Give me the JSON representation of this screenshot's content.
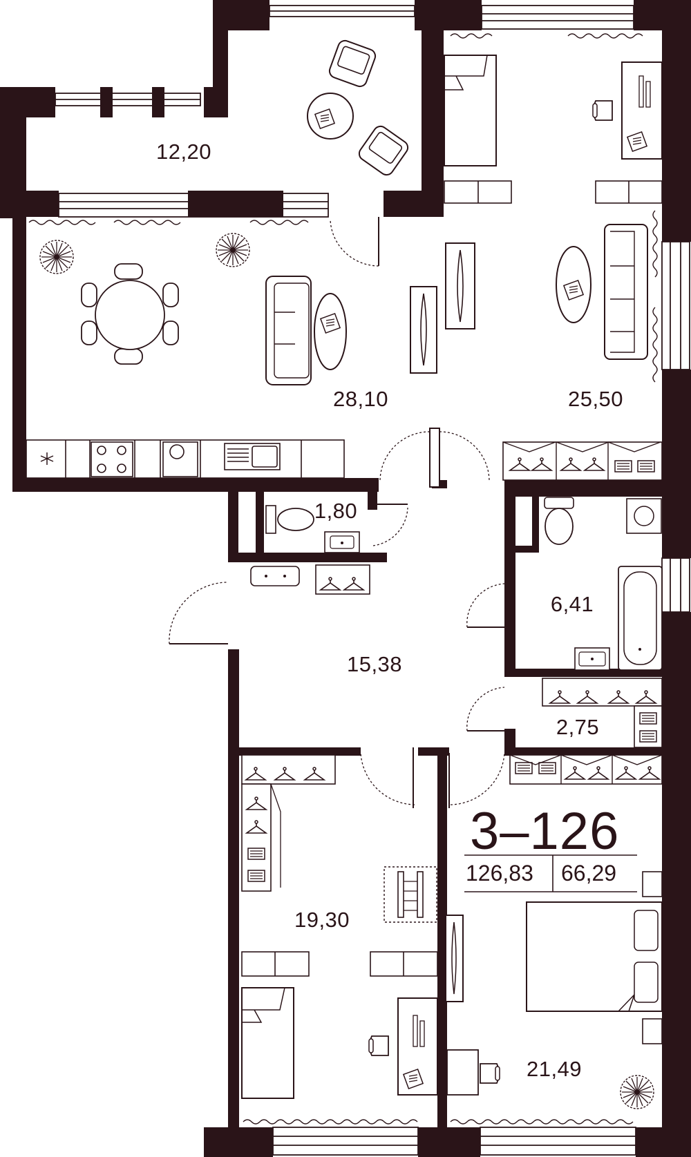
{
  "apartment": {
    "number": "3–126",
    "total_area": "126,83",
    "living_area": "66,29"
  },
  "rooms": [
    {
      "id": "balcony",
      "area": "12,20"
    },
    {
      "id": "kitchen-living",
      "area": "28,10"
    },
    {
      "id": "bedroom-1",
      "area": "25,50"
    },
    {
      "id": "wc",
      "area": "1,80"
    },
    {
      "id": "bathroom",
      "area": "6,41"
    },
    {
      "id": "hall",
      "area": "15,38"
    },
    {
      "id": "storage",
      "area": "2,75"
    },
    {
      "id": "bedroom-2",
      "area": "19,30"
    },
    {
      "id": "master-bedroom",
      "area": "21,49"
    }
  ],
  "colors": {
    "wall": "#2a1418",
    "line": "#2a1418",
    "window": "#d8d0c8",
    "background": "#ffffff"
  }
}
